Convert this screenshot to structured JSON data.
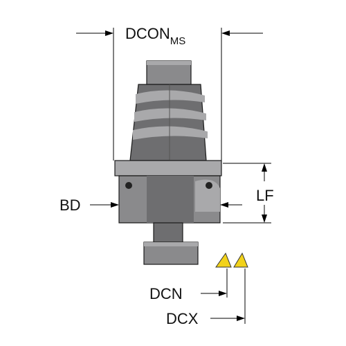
{
  "labels": {
    "dcon_main": "DCON",
    "dcon_sub": "MS",
    "lf": "LF",
    "bd": "BD",
    "dcn": "DCN",
    "dcx": "DCX"
  },
  "colors": {
    "metal_dark": "#6e6e70",
    "metal_mid": "#8a8a8c",
    "metal_light": "#a9a9ab",
    "insert_yellow": "#f2d21a",
    "line": "#000000"
  }
}
